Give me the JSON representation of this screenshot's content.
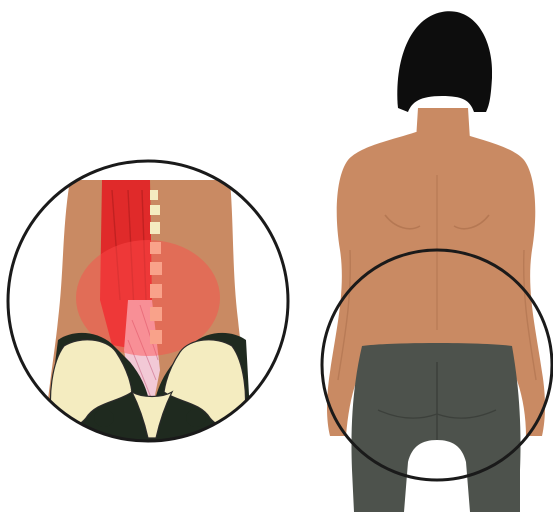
{
  "illustration": {
    "colors": {
      "background": "#ffffff",
      "skin": "#c98a63",
      "skin_shadow": "#a86c4a",
      "hair": "#0d0d0d",
      "pants": "#4d524c",
      "pants_shadow": "#3c403b",
      "outline_circle": "#1a1a1a",
      "muscle_red": "#e02a2a",
      "muscle_dark": "#b31e1e",
      "pain_highlight": "#ff4a4a",
      "bone": "#f4ecc0",
      "bone_outline": "#2b2b2b",
      "spine_pink": "#f2c9d6",
      "pelvis_dark": "#1f2a1f"
    },
    "icons": [
      "woman-back-figure",
      "zoom-circle",
      "lower-back-muscle-closeup",
      "pelvis-bone",
      "spine-vertebrae",
      "pain-area-highlight"
    ]
  }
}
